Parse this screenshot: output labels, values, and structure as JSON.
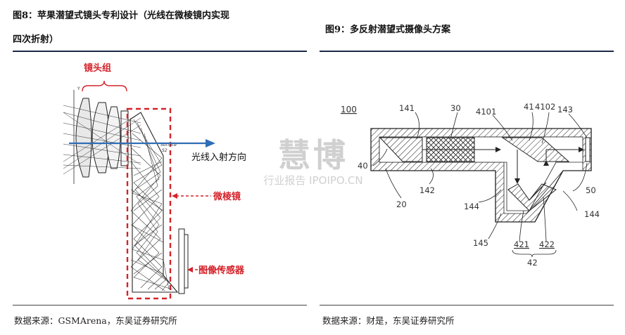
{
  "left_figure": {
    "title_line1": "图8：苹果潜望式镜头专利设计（光线在微棱镜内实现",
    "title_line2": "四次折射）",
    "lens_group_label": "镜头组",
    "light_direction_label": "光线入射方向",
    "microprism_label": "微棱镜",
    "image_sensor_label": "图像传感器",
    "surface_label": "Surface",
    "s2_label": "S2",
    "y_axis_label": "Y",
    "source": "数据来源：GSMArena，东吴证券研究所"
  },
  "right_figure": {
    "title": "图9：多反射潜望式摄像头方案",
    "ref_labels": {
      "r100": "100",
      "r141": "141",
      "r30": "30",
      "r4101": "4101",
      "r41": "41",
      "r4102": "4102",
      "r143": "143",
      "r40": "40",
      "r20": "20",
      "r142": "142",
      "r144a": "144",
      "r50": "50",
      "r144b": "144",
      "r145": "145",
      "r421": "421",
      "r422": "422",
      "r42": "42"
    },
    "source": "数据来源：财是，东吴证券研究所"
  },
  "watermark": {
    "main": "慧博",
    "sub": "行业报告 IPOIPO.CN"
  },
  "colors": {
    "accent_red": "#d4232b",
    "arrow_blue": "#2f6eb5",
    "rule_navy": "#1b2a44"
  }
}
